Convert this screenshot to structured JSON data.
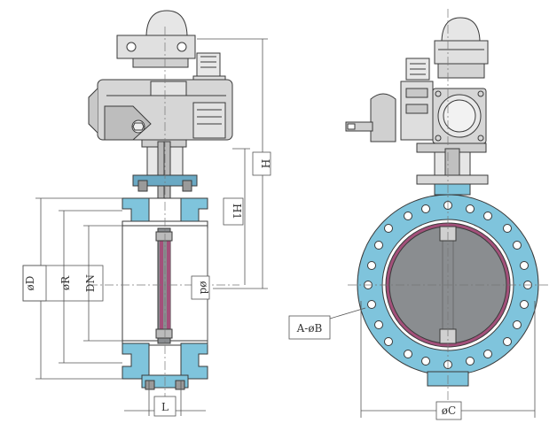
{
  "colors": {
    "outline": "#3a3a3a",
    "body_blue": "#7fc4dc",
    "body_blue_dark": "#4a9dbd",
    "disc_gray": "#8a8d90",
    "seat_pink": "#a3507a",
    "actuator_gray": "#d6d6d6",
    "dim_line": "#555555"
  },
  "labels": {
    "H": "H",
    "H1": "H1",
    "phi_d": "ød",
    "phi_D": "øD",
    "phi_R": "øR",
    "DN": "DN",
    "L": "L",
    "A_phi_B": "A-øB",
    "phi_C": "øC"
  }
}
